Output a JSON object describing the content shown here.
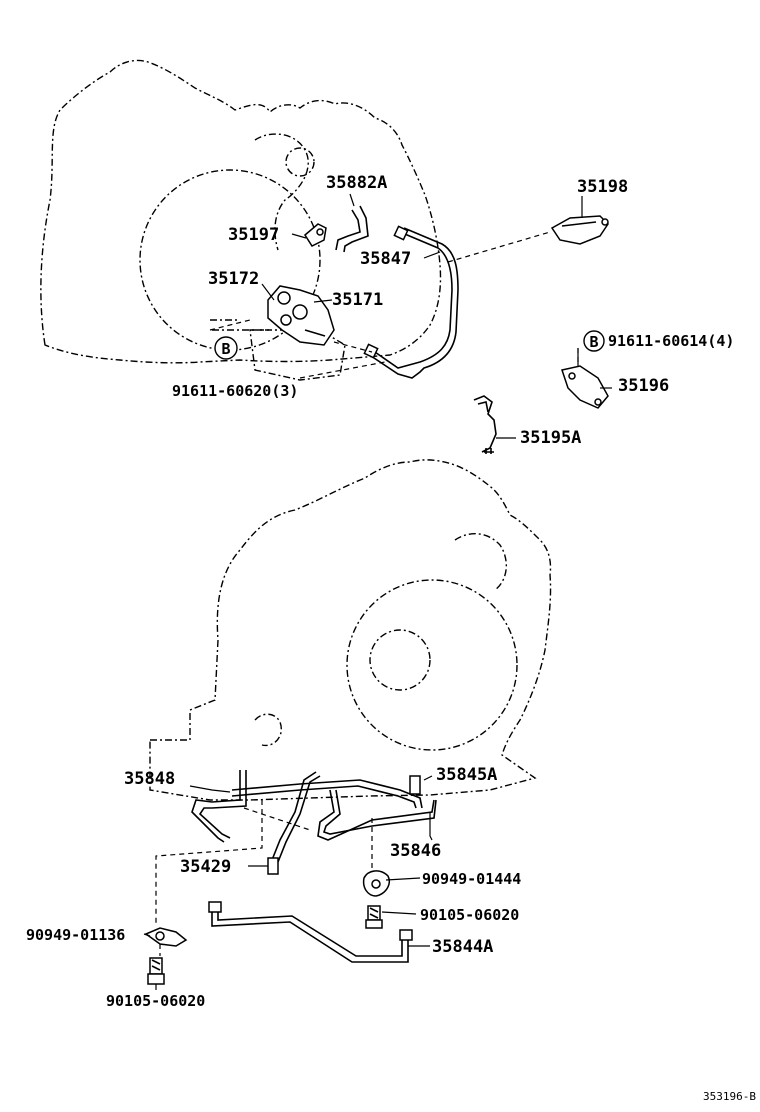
{
  "diagram": {
    "parts": {
      "p35882A": "35882A",
      "p35198": "35198",
      "p35197": "35197",
      "p35847": "35847",
      "p35172": "35172",
      "p35171": "35171",
      "p91611_60620": "91611-60620(3)",
      "p91611_60614": "91611-60614(4)",
      "p35196": "35196",
      "p35195A": "35195A",
      "p35848": "35848",
      "p35845A": "35845A",
      "p35846": "35846",
      "p35429": "35429",
      "p90949_01444": "90949-01444",
      "p90105_06020_right": "90105-06020",
      "p90949_01136": "90949-01136",
      "p35844A": "35844A",
      "p90105_06020_bottom": "90105-06020"
    },
    "markers": {
      "b_left": "B",
      "b_right": "B"
    },
    "reference": "353196-B"
  }
}
